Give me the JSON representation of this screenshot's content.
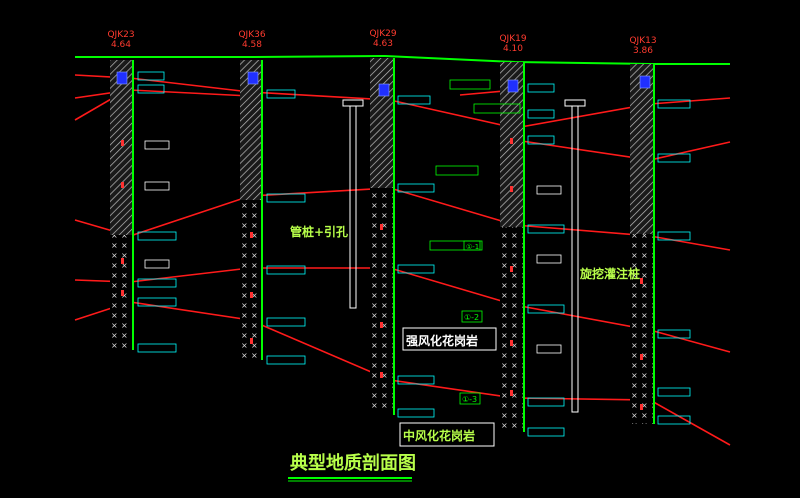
{
  "title": "典型地质剖面图",
  "boreholes": [
    {
      "id": "QJK23",
      "elev": "4.64"
    },
    {
      "id": "QJK36",
      "elev": "4.58"
    },
    {
      "id": "QJK29",
      "elev": "4.63"
    },
    {
      "id": "QJK19",
      "elev": "4.10"
    },
    {
      "id": "QJK13",
      "elev": "3.86"
    }
  ],
  "annotations": {
    "pile_left": "管桩+引孔",
    "pile_right": "旋挖灌注桩",
    "strong_weathered": "强风化花岗岩",
    "medium_weathered": "中风化花岗岩",
    "d1": "①-1",
    "d2": "①-2",
    "d3": "①-3"
  },
  "colors": {
    "background": "#000000",
    "ground_line": "#00ff00",
    "strata_lines": "#ff1a1a",
    "hatch": "#9a9a9a",
    "labels_cyan": "#00ffff",
    "borehole_id": "#ff3b2f"
  }
}
